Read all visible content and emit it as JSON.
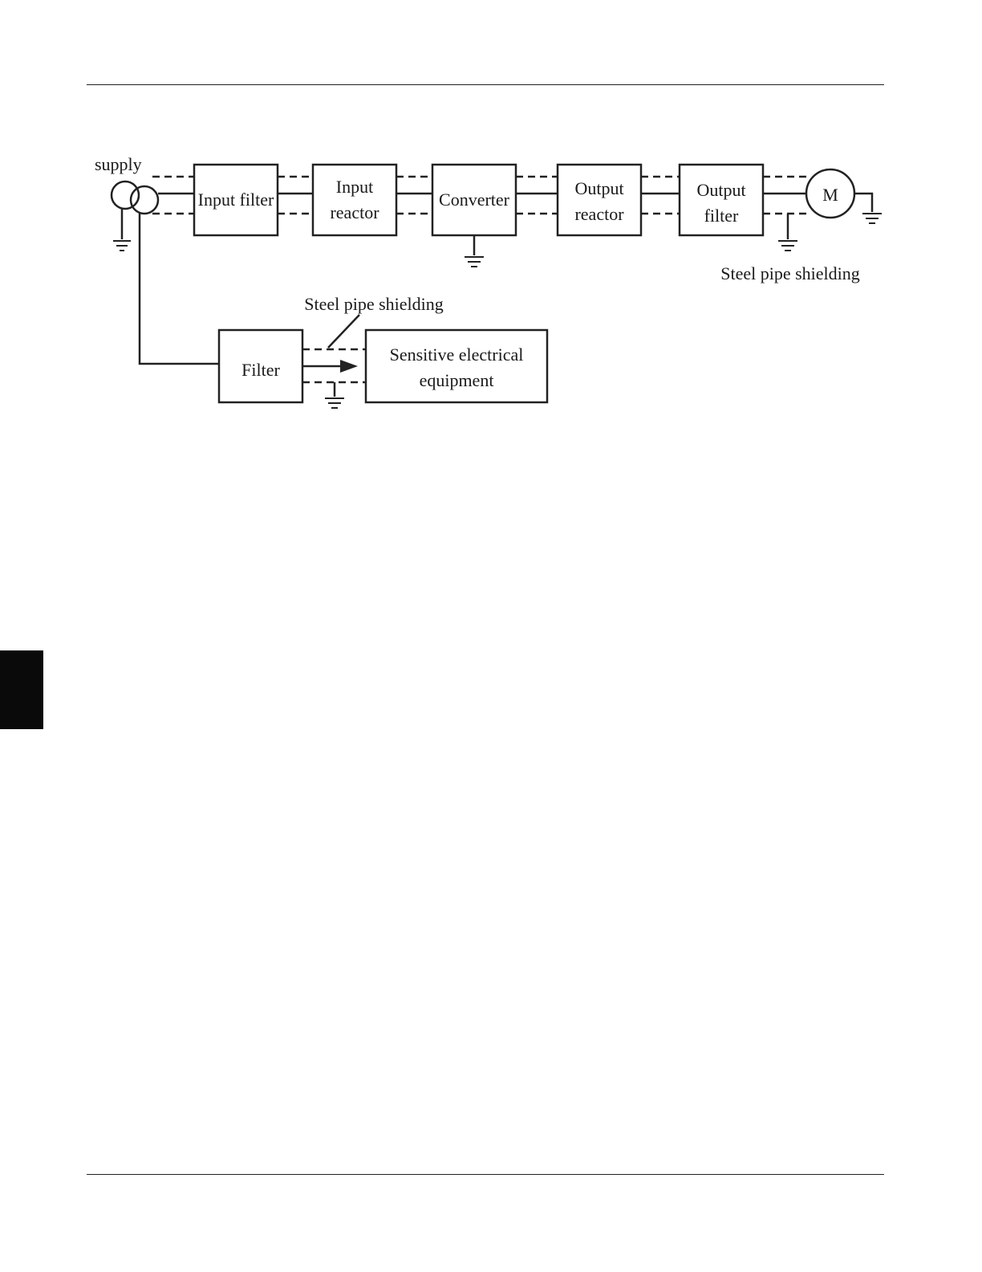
{
  "diagram": {
    "labels": {
      "supply": "supply",
      "input_filter": "Input filter",
      "input_reactor_1": "Input",
      "input_reactor_2": "reactor",
      "converter": "Converter",
      "output_reactor_1": "Output",
      "output_reactor_2": "reactor",
      "output_filter_1": "Output",
      "output_filter_2": "filter",
      "motor": "M",
      "shield_right": "Steel pipe shielding",
      "shield_lower": "Steel pipe shielding",
      "filter": "Filter",
      "sensitive_1": "Sensitive electrical",
      "sensitive_2": "equipment"
    }
  }
}
